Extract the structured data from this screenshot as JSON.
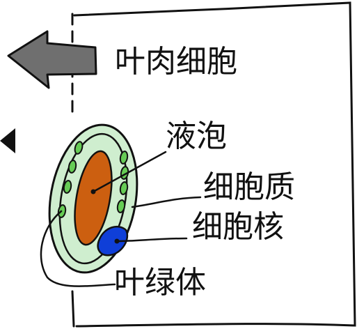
{
  "diagram": {
    "title": "叶肉细胞",
    "labels": {
      "vacuole": "液泡",
      "cytoplasm": "细胞质",
      "nucleus": "细胞核",
      "chloroplast": "叶绿体"
    },
    "icons": {
      "back_arrow": "left-arrow-icon",
      "side_marker": "left-triangle-icon"
    },
    "colors": {
      "outline": "#111111",
      "cell_fill": "#cfeecf",
      "chloroplast": "#66cc55",
      "vacuole": "#cc5f10",
      "nucleus": "#0f3fd8",
      "arrow": "#6f6f6f"
    }
  }
}
